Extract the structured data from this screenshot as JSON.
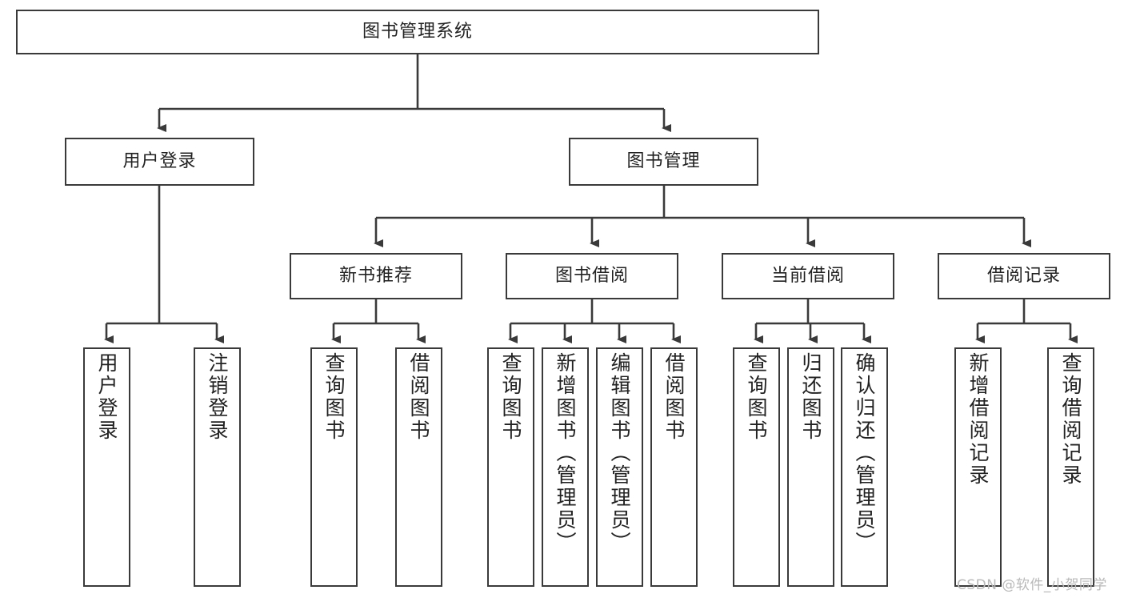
{
  "diagram": {
    "title": "图书管理系统",
    "type": "hierarchy-tree",
    "root": {
      "label": "图书管理系统"
    },
    "level2": [
      {
        "label": "用户登录"
      },
      {
        "label": "图书管理"
      }
    ],
    "level3": [
      {
        "label": "新书推荐"
      },
      {
        "label": "图书借阅"
      },
      {
        "label": "当前借阅"
      },
      {
        "label": "借阅记录"
      }
    ],
    "leaves": {
      "user_login": [
        {
          "label": "用户登录"
        },
        {
          "label": "注销登录"
        }
      ],
      "new_book_recommend": [
        {
          "label": "查询图书"
        },
        {
          "label": "借阅图书"
        }
      ],
      "book_borrow": [
        {
          "label": "查询图书"
        },
        {
          "label": "新增图书（管理员）"
        },
        {
          "label": "编辑图书（管理员）"
        },
        {
          "label": "借阅图书"
        }
      ],
      "current_borrow": [
        {
          "label": "查询图书"
        },
        {
          "label": "归还图书"
        },
        {
          "label": "确认归还（管理员）"
        }
      ],
      "borrow_record": [
        {
          "label": "新增借阅记录"
        },
        {
          "label": "查询借阅记录"
        }
      ]
    }
  },
  "watermark": {
    "text": "CSDN @软件_小贺同学"
  },
  "colors": {
    "stroke": "#3a3a3a",
    "fill": "#ffffff",
    "text": "#222222",
    "watermark": "#b9b9b9"
  }
}
